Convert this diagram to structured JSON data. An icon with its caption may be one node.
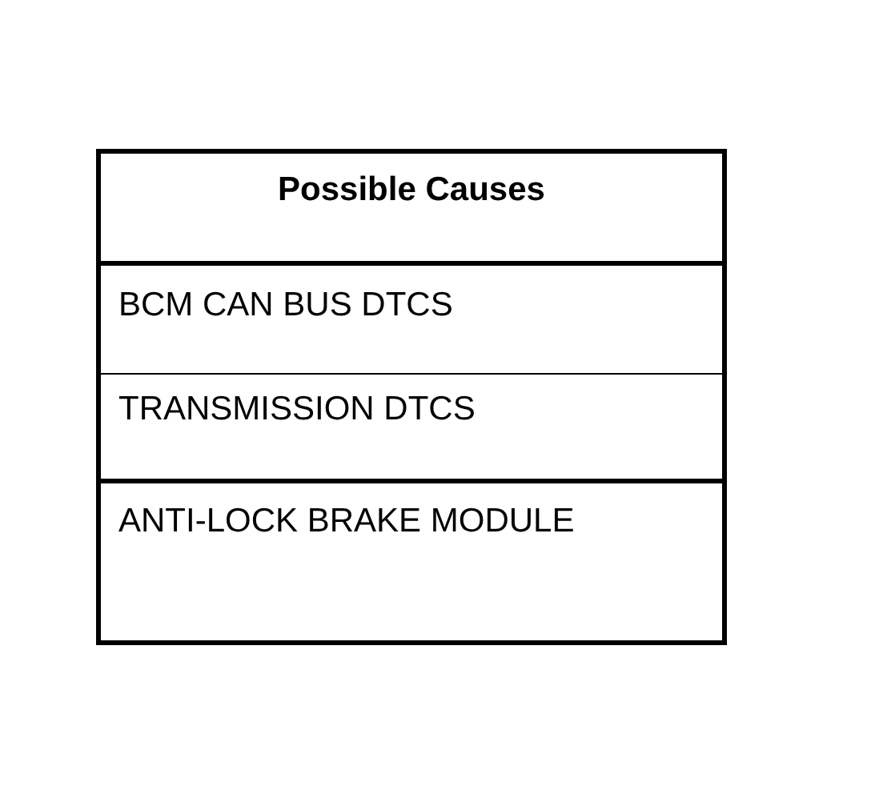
{
  "diagram": {
    "labels": [
      "Possible Causes",
      "BCM CAN BUS DTCS",
      "TRANSMISSION DTCS",
      "ANTI-LOCK BRAKE MODULE"
    ]
  }
}
